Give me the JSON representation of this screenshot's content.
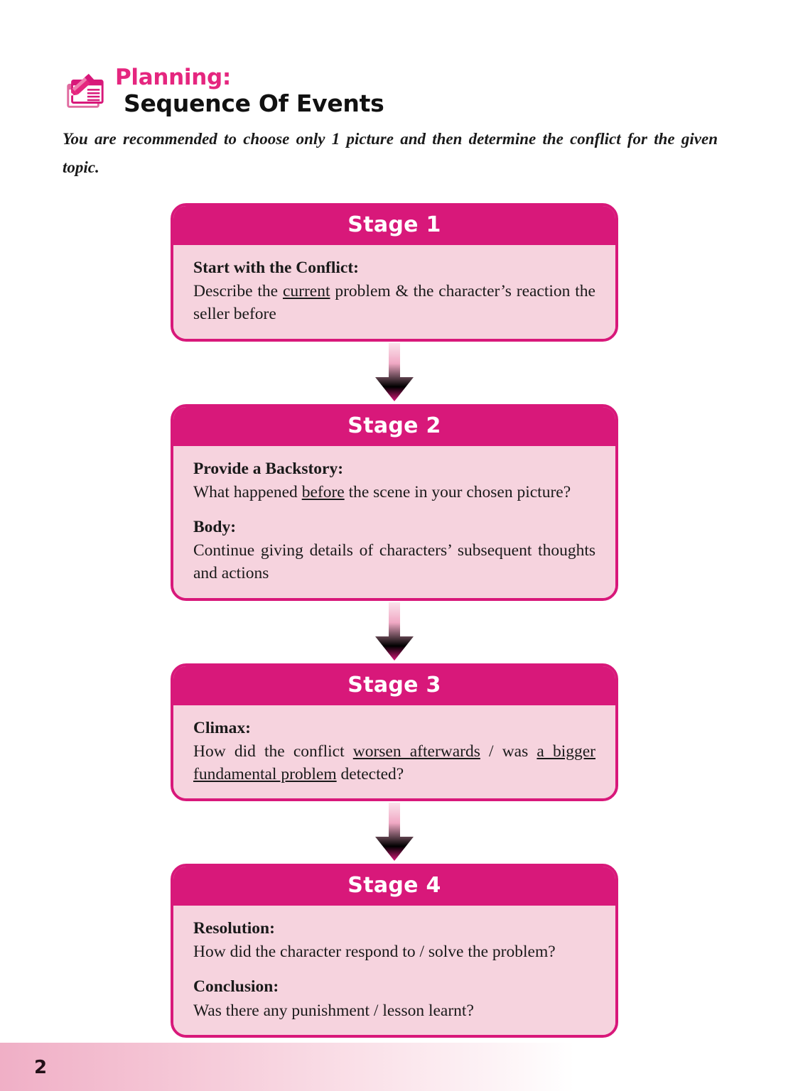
{
  "header": {
    "icon": "pencil-on-documents-icon",
    "eyebrow": "Planning:",
    "title": "Sequence Of Events",
    "intro": "You are recommended to choose only 1 picture and then determine the conflict for the given topic."
  },
  "colors": {
    "accent_pink": "#D8187A",
    "eyebrow_pink": "#E5267F",
    "body_pink": "#F6D3DE",
    "footer_pink": "#F0AFC6",
    "text_black": "#1a1a1a"
  },
  "flow": {
    "arrow_icon": "down-arrow-icon",
    "stages": [
      {
        "heading": "Stage 1",
        "groups": [
          {
            "lead": "Start with the Conflict:",
            "segments": [
              {
                "text": "Describe the ",
                "underline": false
              },
              {
                "text": "current",
                "underline": true
              },
              {
                "text": " problem & the character’s reaction the seller before",
                "underline": false
              }
            ]
          }
        ]
      },
      {
        "heading": "Stage 2",
        "groups": [
          {
            "lead": "Provide a Backstory:",
            "segments": [
              {
                "text": "What happened ",
                "underline": false
              },
              {
                "text": "before",
                "underline": true
              },
              {
                "text": " the scene in your chosen picture?",
                "underline": false
              }
            ]
          },
          {
            "lead": "Body:",
            "segments": [
              {
                "text": "Continue giving details of characters’ subsequent thoughts and actions",
                "underline": false
              }
            ]
          }
        ]
      },
      {
        "heading": "Stage 3",
        "groups": [
          {
            "lead": "Climax:",
            "segments": [
              {
                "text": "How did the conflict ",
                "underline": false
              },
              {
                "text": "worsen afterwards",
                "underline": true
              },
              {
                "text": " / was ",
                "underline": false
              },
              {
                "text": "a bigger fundamental problem",
                "underline": true
              },
              {
                "text": " detected?",
                "underline": false
              }
            ]
          }
        ]
      },
      {
        "heading": "Stage 4",
        "groups": [
          {
            "lead": "Resolution:",
            "segments": [
              {
                "text": "How did the character respond to / solve the problem?",
                "underline": false
              }
            ]
          },
          {
            "lead": "Conclusion:",
            "segments": [
              {
                "text": "Was there any punishment / lesson learnt?",
                "underline": false
              }
            ]
          }
        ]
      }
    ]
  },
  "footer": {
    "page_number": "2"
  }
}
